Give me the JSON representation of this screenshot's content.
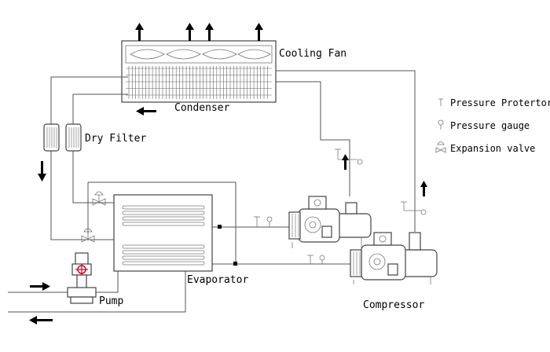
{
  "labels": {
    "cooling_fan": "Cooling Fan",
    "condenser": "Condenser",
    "dry_filter": "Dry Filter",
    "evaporator": "Evaporator",
    "pump": "Pump",
    "compressor": "Compressor"
  },
  "legend": {
    "pressure_protector": "Pressure Protertor",
    "pressure_gauge": "Pressure gauge",
    "expansion_valve": "Expansion valve"
  },
  "icons": {
    "pressure_protector": "pressure-protector-icon",
    "pressure_gauge": "pressure-gauge-icon",
    "expansion_valve": "expansion-valve-icon"
  },
  "colors": {
    "pump_highlight": "#d0021b"
  }
}
